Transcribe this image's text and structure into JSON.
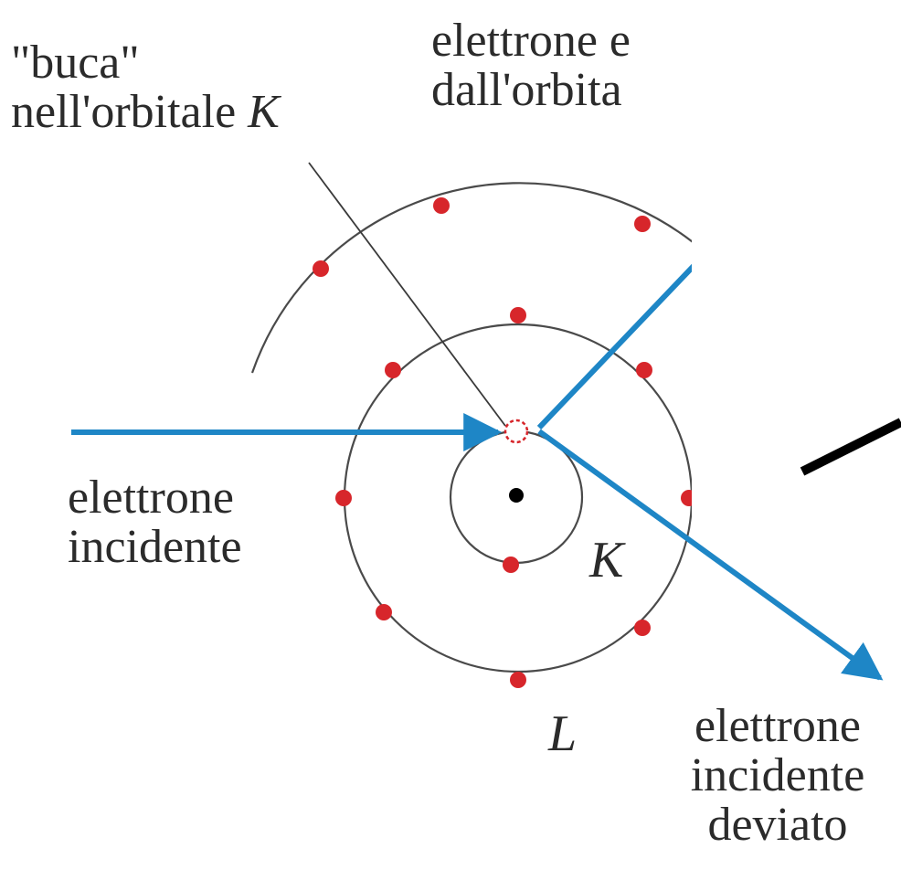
{
  "labels": {
    "hole_line1": "\"buca\"",
    "hole_line2_prefix": "nell'orbitale ",
    "hole_line2_shell": "K",
    "ejected_line1": "elettrone e",
    "ejected_line2": "dall'orbita",
    "incident_line1": "elettrone",
    "incident_line2": "incidente",
    "deflected_line1": "elettrone",
    "deflected_line2": "incidente",
    "deflected_line3": "deviato",
    "shell_k": "K",
    "shell_l": "L"
  },
  "colors": {
    "beam": "#1e86c6",
    "electron": "#d7262b",
    "orbit": "#4a4a4a",
    "nucleus": "#000000",
    "text": "#2b2b2b"
  }
}
